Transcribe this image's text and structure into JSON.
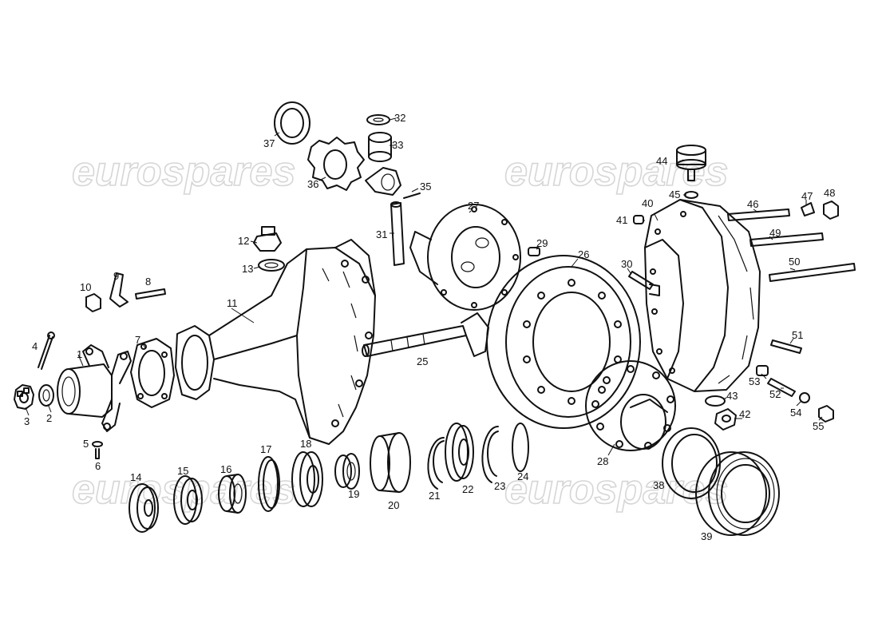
{
  "watermark": {
    "text": "eurospares"
  },
  "parts": [
    {
      "id": "1"
    },
    {
      "id": "2"
    },
    {
      "id": "3"
    },
    {
      "id": "4"
    },
    {
      "id": "5"
    },
    {
      "id": "6"
    },
    {
      "id": "7"
    },
    {
      "id": "8"
    },
    {
      "id": "9"
    },
    {
      "id": "10"
    },
    {
      "id": "11"
    },
    {
      "id": "12"
    },
    {
      "id": "13"
    },
    {
      "id": "14"
    },
    {
      "id": "15"
    },
    {
      "id": "16"
    },
    {
      "id": "17"
    },
    {
      "id": "18"
    },
    {
      "id": "19"
    },
    {
      "id": "20"
    },
    {
      "id": "21"
    },
    {
      "id": "22"
    },
    {
      "id": "23"
    },
    {
      "id": "24"
    },
    {
      "id": "25"
    },
    {
      "id": "26"
    },
    {
      "id": "27"
    },
    {
      "id": "28"
    },
    {
      "id": "29"
    },
    {
      "id": "30"
    },
    {
      "id": "31"
    },
    {
      "id": "32"
    },
    {
      "id": "33"
    },
    {
      "id": "35"
    },
    {
      "id": "36"
    },
    {
      "id": "37"
    },
    {
      "id": "38"
    },
    {
      "id": "39"
    },
    {
      "id": "40"
    },
    {
      "id": "41"
    },
    {
      "id": "42"
    },
    {
      "id": "43"
    },
    {
      "id": "44"
    },
    {
      "id": "45"
    },
    {
      "id": "46"
    },
    {
      "id": "47"
    },
    {
      "id": "48"
    },
    {
      "id": "49"
    },
    {
      "id": "50"
    },
    {
      "id": "51"
    },
    {
      "id": "52"
    },
    {
      "id": "53"
    },
    {
      "id": "54"
    },
    {
      "id": "55"
    }
  ]
}
